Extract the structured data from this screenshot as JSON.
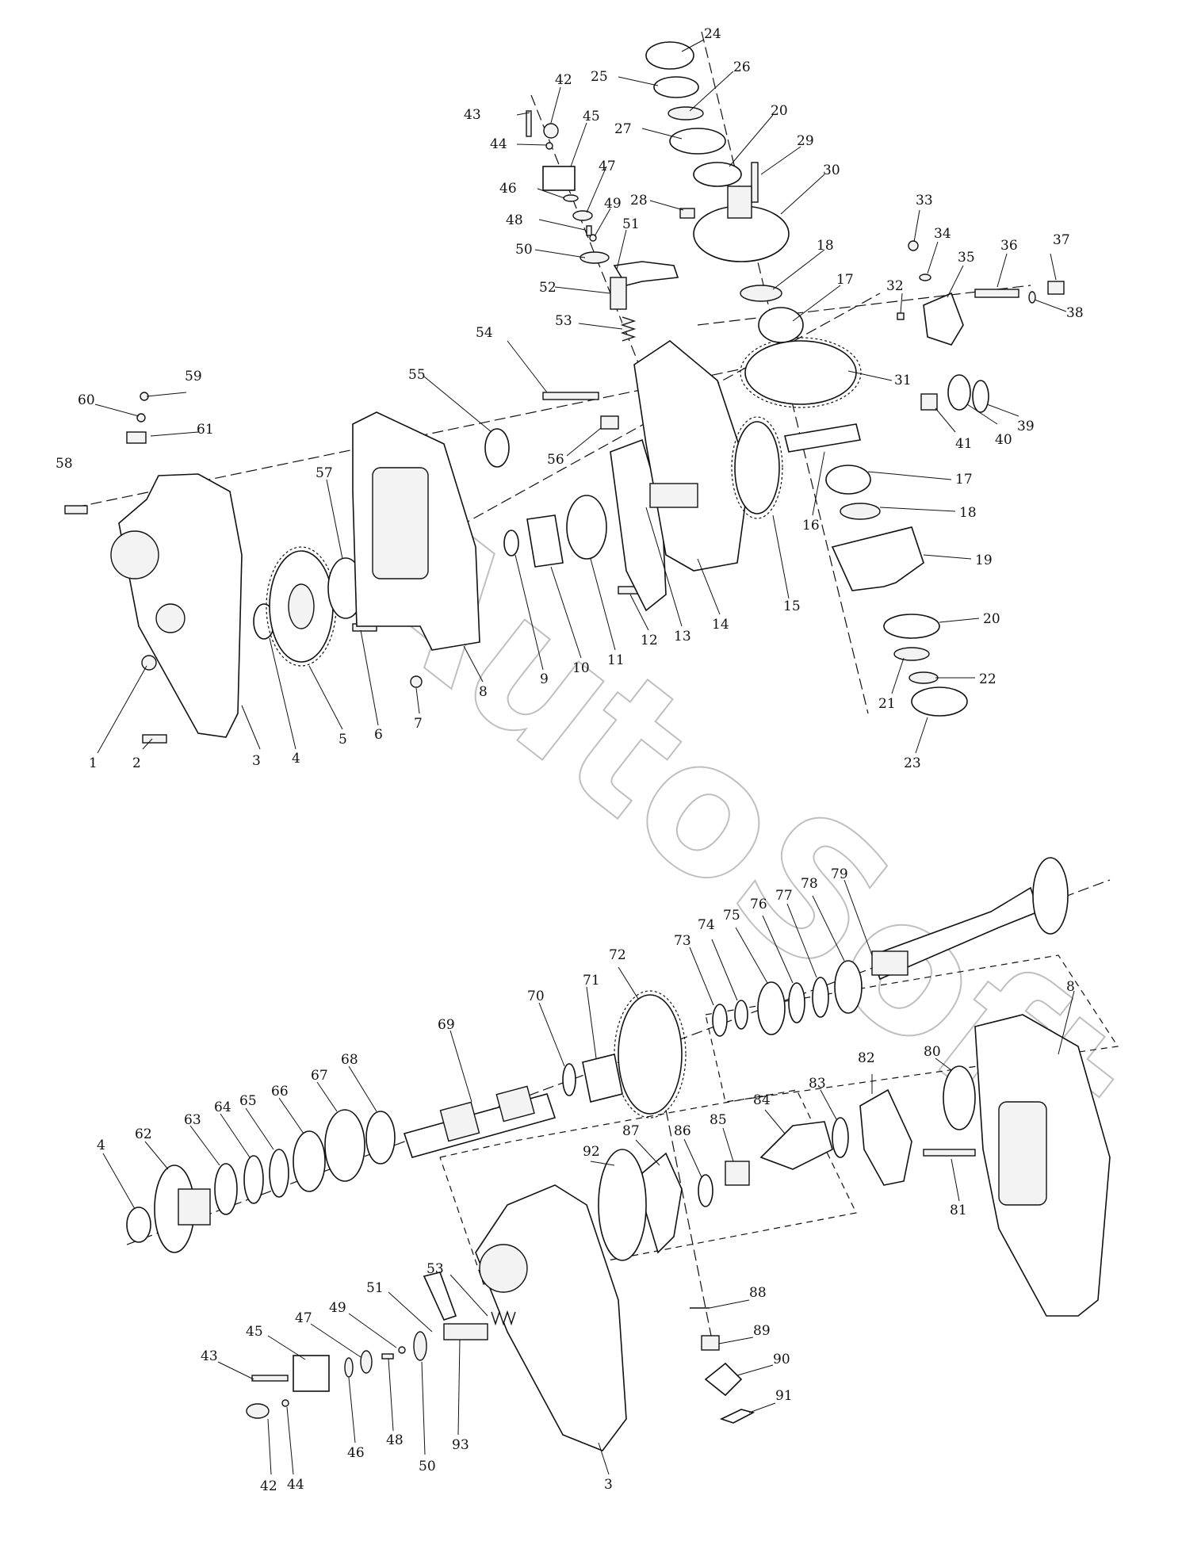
{
  "watermark": "AutoSoft",
  "callouts": {
    "c1": "1",
    "c2": "2",
    "c3": "3",
    "c4": "4",
    "c5": "5",
    "c6": "6",
    "c7": "7",
    "c8": "8",
    "c9": "9",
    "c10": "10",
    "c11": "11",
    "c12": "12",
    "c13": "13",
    "c14": "14",
    "c15": "15",
    "c16": "16",
    "c17": "17",
    "c18": "18",
    "c19": "19",
    "c20": "20",
    "c21": "21",
    "c22": "22",
    "c23": "23",
    "c24": "24",
    "c25": "25",
    "c26": "26",
    "c27": "27",
    "c28": "28",
    "c29": "29",
    "c30": "30",
    "c31": "31",
    "c32": "32",
    "c33": "33",
    "c34": "34",
    "c35": "35",
    "c36": "36",
    "c37": "37",
    "c38": "38",
    "c39": "39",
    "c40": "40",
    "c41": "41",
    "c42": "42",
    "c43": "43",
    "c44": "44",
    "c45": "45",
    "c46": "46",
    "c47": "47",
    "c48": "48",
    "c49": "49",
    "c50": "50",
    "c51": "51",
    "c52": "52",
    "c53": "53",
    "c54": "54",
    "c55": "55",
    "c56": "56",
    "c57": "57",
    "c58": "58",
    "c59": "59",
    "c60": "60",
    "c61": "61",
    "c62": "62",
    "c63": "63",
    "c64": "64",
    "c65": "65",
    "c66": "66",
    "c67": "67",
    "c68": "68",
    "c69": "69",
    "c70": "70",
    "c71": "71",
    "c72": "72",
    "c73": "73",
    "c74": "74",
    "c75": "75",
    "c76": "76",
    "c77": "77",
    "c78": "78",
    "c79": "79",
    "c80": "80",
    "c81": "81",
    "c82": "82",
    "c83": "83",
    "c84": "84",
    "c85": "85",
    "c86": "86",
    "c87": "87",
    "c88": "88",
    "c89": "89",
    "c90": "90",
    "c91": "91",
    "c92": "92",
    "c93": "93"
  }
}
